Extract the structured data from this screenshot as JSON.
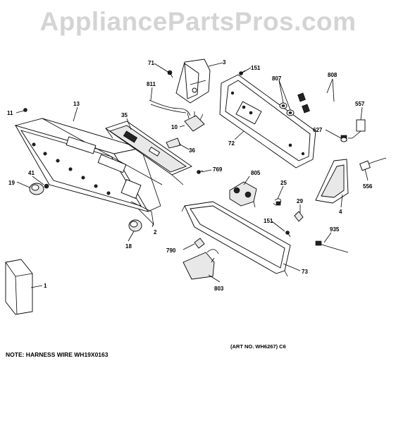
{
  "watermark": "AppliancePartsPros.com",
  "note": "NOTE: HARNESS WIRE WH19X0163",
  "art_number": "(ART NO. WH6267) C6",
  "callouts": {
    "p71": "71",
    "p3": "3",
    "p151a": "151",
    "p807": "807",
    "p808": "808",
    "p811": "811",
    "p13": "13",
    "p11": "11",
    "p35": "35",
    "p10": "10",
    "p557": "557",
    "p627": "627",
    "p72": "72",
    "p36": "36",
    "p769": "769",
    "p41": "41",
    "p19": "19",
    "p805": "805",
    "p25": "25",
    "p556": "556",
    "p29": "29",
    "p4": "4",
    "p151b": "151",
    "p935": "935",
    "p2": "2",
    "p18": "18",
    "p790": "790",
    "p73": "73",
    "p803": "803",
    "p1": "1"
  }
}
